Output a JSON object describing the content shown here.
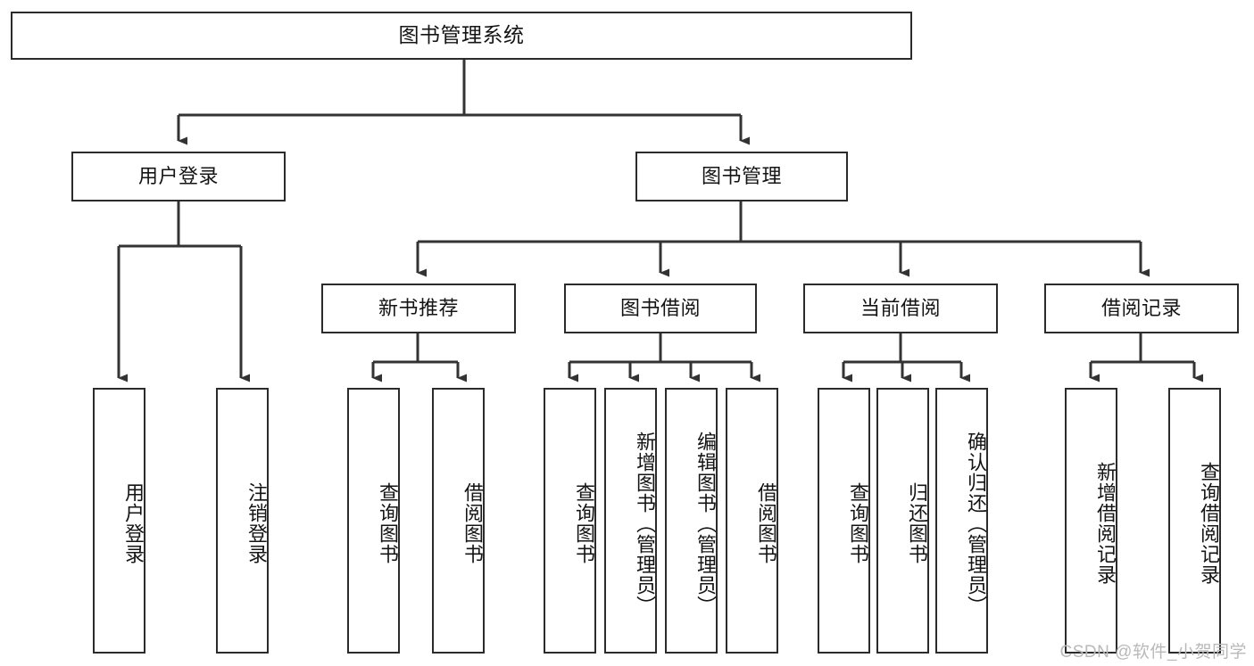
{
  "diagram": {
    "title": "图书管理系统",
    "type": "tree-hierarchy-diagram",
    "root": {
      "label": "图书管理系统"
    },
    "level1": [
      {
        "label": "用户登录"
      },
      {
        "label": "图书管理"
      }
    ],
    "level2": [
      {
        "label": "新书推荐"
      },
      {
        "label": "图书借阅"
      },
      {
        "label": "当前借阅"
      },
      {
        "label": "借阅记录"
      }
    ],
    "leaves": {
      "user_login": [
        {
          "label": "用户登录"
        },
        {
          "label": "注销登录"
        }
      ],
      "new_book_recommend": [
        {
          "label": "查询图书"
        },
        {
          "label": "借阅图书"
        }
      ],
      "book_borrow": [
        {
          "label": "查询图书"
        },
        {
          "label": "新增图书（管理员）"
        },
        {
          "label": "编辑图书（管理员）"
        },
        {
          "label": "借阅图书"
        }
      ],
      "current_borrow": [
        {
          "label": "查询图书"
        },
        {
          "label": "归还图书"
        },
        {
          "label": "确认归还（管理员）"
        }
      ],
      "borrow_record": [
        {
          "label": "新增借阅记录"
        },
        {
          "label": "查询借阅记录"
        }
      ]
    }
  },
  "watermark": {
    "text": "CSDN @软件_小贺同学"
  },
  "colors": {
    "stroke": "#2b2b2b",
    "edge": "#333333",
    "background": "#ffffff",
    "text": "#141414",
    "watermark": "#b9b9b9"
  }
}
